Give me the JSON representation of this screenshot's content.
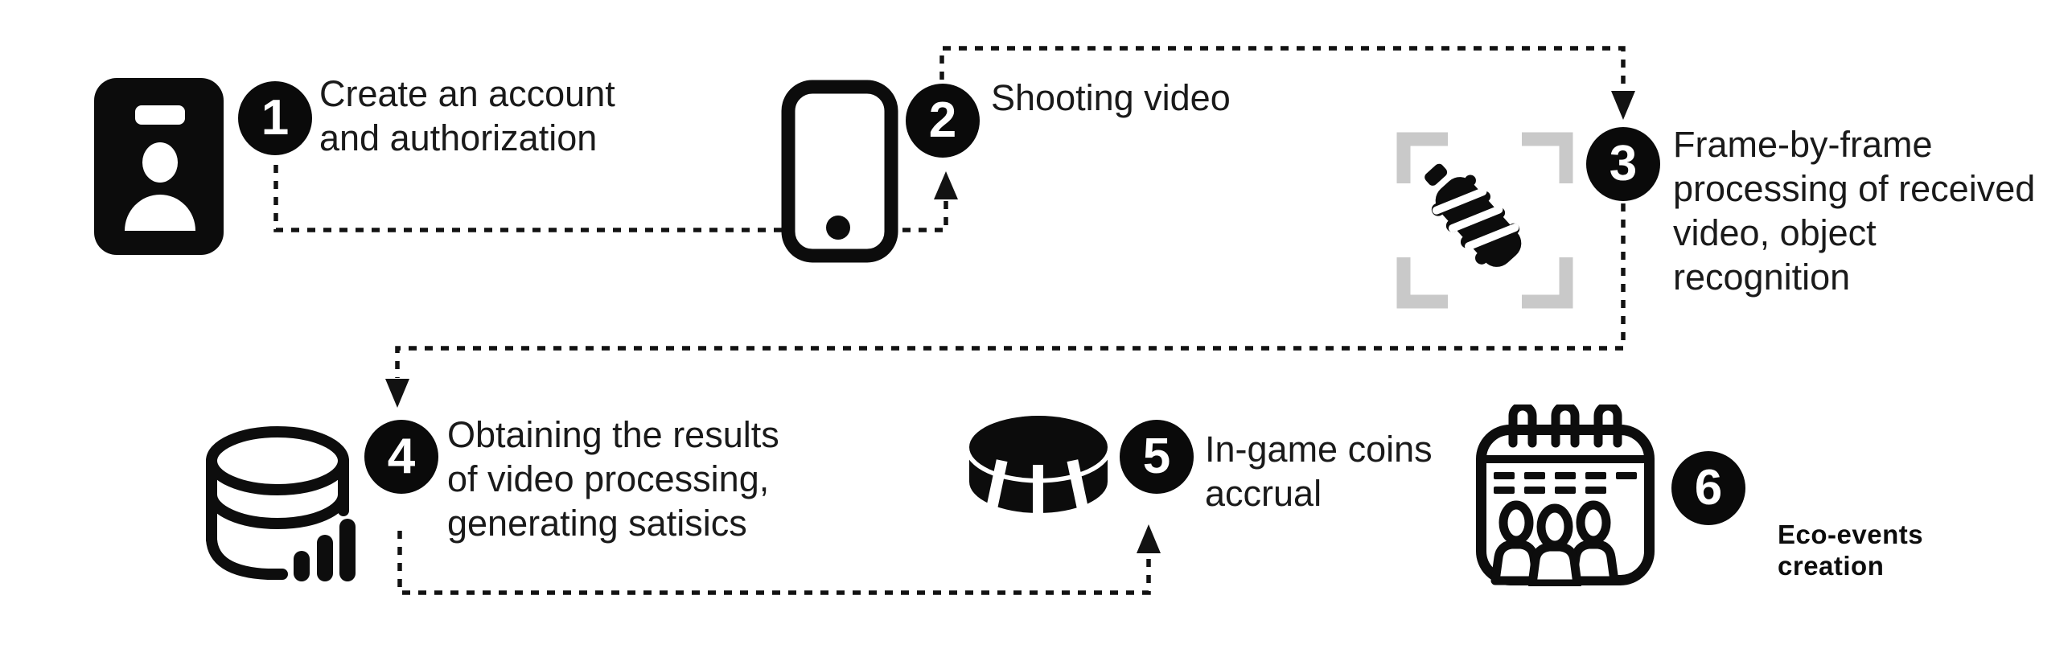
{
  "palette": {
    "ink": "#121212",
    "badge_background": "#0a0a0a",
    "badge_text": "#ffffff",
    "label_text": "#1a1a1a",
    "scan_frame_gray": "#c9c9c9",
    "background": "#ffffff"
  },
  "steps": [
    {
      "number": "1",
      "label": "Create an account\nand authorization",
      "icon": "id-card-icon"
    },
    {
      "number": "2",
      "label": "Shooting video",
      "icon": "smartphone-icon"
    },
    {
      "number": "3",
      "label": "Frame-by-frame\nprocessing of received\nvideo, object\nrecognition",
      "icon": "object-recognition-scan-icon"
    },
    {
      "number": "4",
      "label": "Obtaining the results\nof video processing,\ngenerating satisics",
      "icon": "database-statistics-icon"
    },
    {
      "number": "5",
      "label": "In-game coins\naccrual",
      "icon": "coin-icon"
    },
    {
      "number": "6",
      "label": "Eco-events\ncreation",
      "icon": "eco-events-calendar-icon"
    }
  ],
  "connectors": [
    {
      "from": "1",
      "to": "2",
      "style": "dashed-arrow"
    },
    {
      "from": "2",
      "to": "3",
      "style": "dashed-arrow"
    },
    {
      "from": "3",
      "to": "4",
      "style": "dashed-arrow"
    },
    {
      "from": "4",
      "to": "5",
      "style": "dashed-arrow"
    }
  ]
}
